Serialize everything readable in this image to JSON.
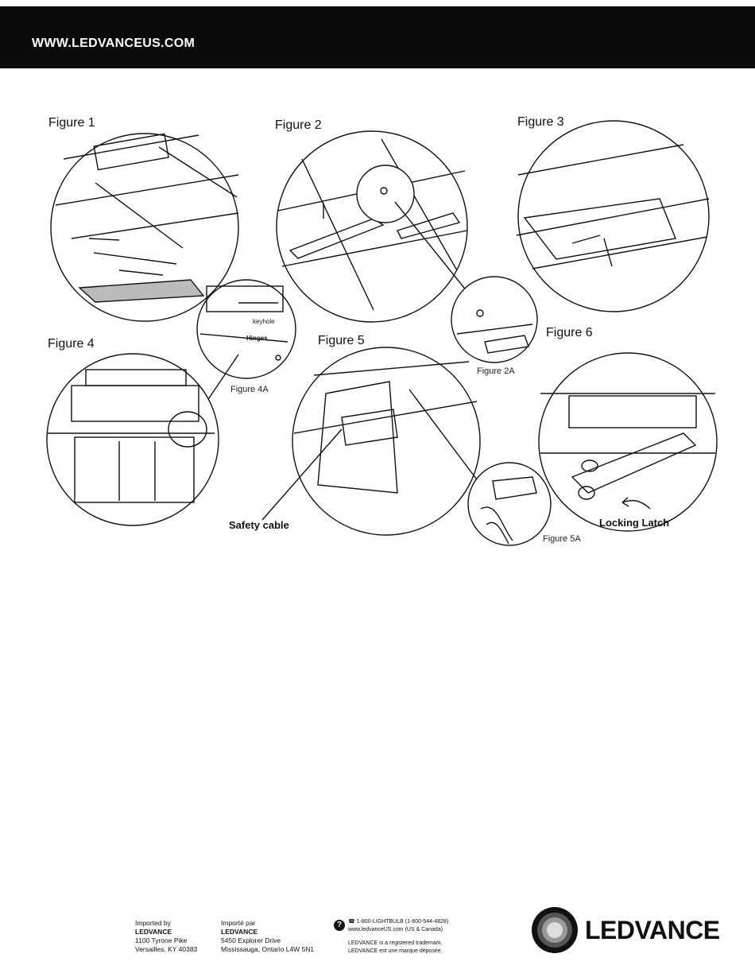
{
  "header": {
    "url": "WWW.LEDVANCEUS.COM"
  },
  "figures": {
    "fig1": "Figure 1",
    "fig2": "Figure 2",
    "fig3": "Figure 3",
    "fig4": "Figure 4",
    "fig5": "Figure 5",
    "fig6": "Figure 6",
    "fig2a": "Figure 2A",
    "fig4a": "Figure 4A",
    "fig5a": "Figure 5A"
  },
  "callouts": {
    "keyhole": "keyhole",
    "hinges": "Hinges",
    "safety_cable": "Safety cable",
    "locking_latch": "Locking Latch"
  },
  "footer": {
    "us": {
      "prefix": "Imported by",
      "company": "LEDVANCE",
      "line1": "1100 Tyrone Pike",
      "line2": "Versailles, KY 40383"
    },
    "ca": {
      "prefix": "Importé par",
      "company": "LEDVANCE",
      "line1": "5450 Explorer Drive",
      "line2": "Mississauga, Ontario L4W 5N1"
    },
    "contact": {
      "icon": "?",
      "phone": "☎ 1-800-LIGHTBULB (1-800-544-4828)",
      "web": "www.ledvanceUS.com (US & Canada)",
      "tm1": "LEDVANCE is a registered trademark.",
      "tm2": "LEDVANCE est une marque déposée."
    },
    "logo_text": "LEDVANCE"
  }
}
